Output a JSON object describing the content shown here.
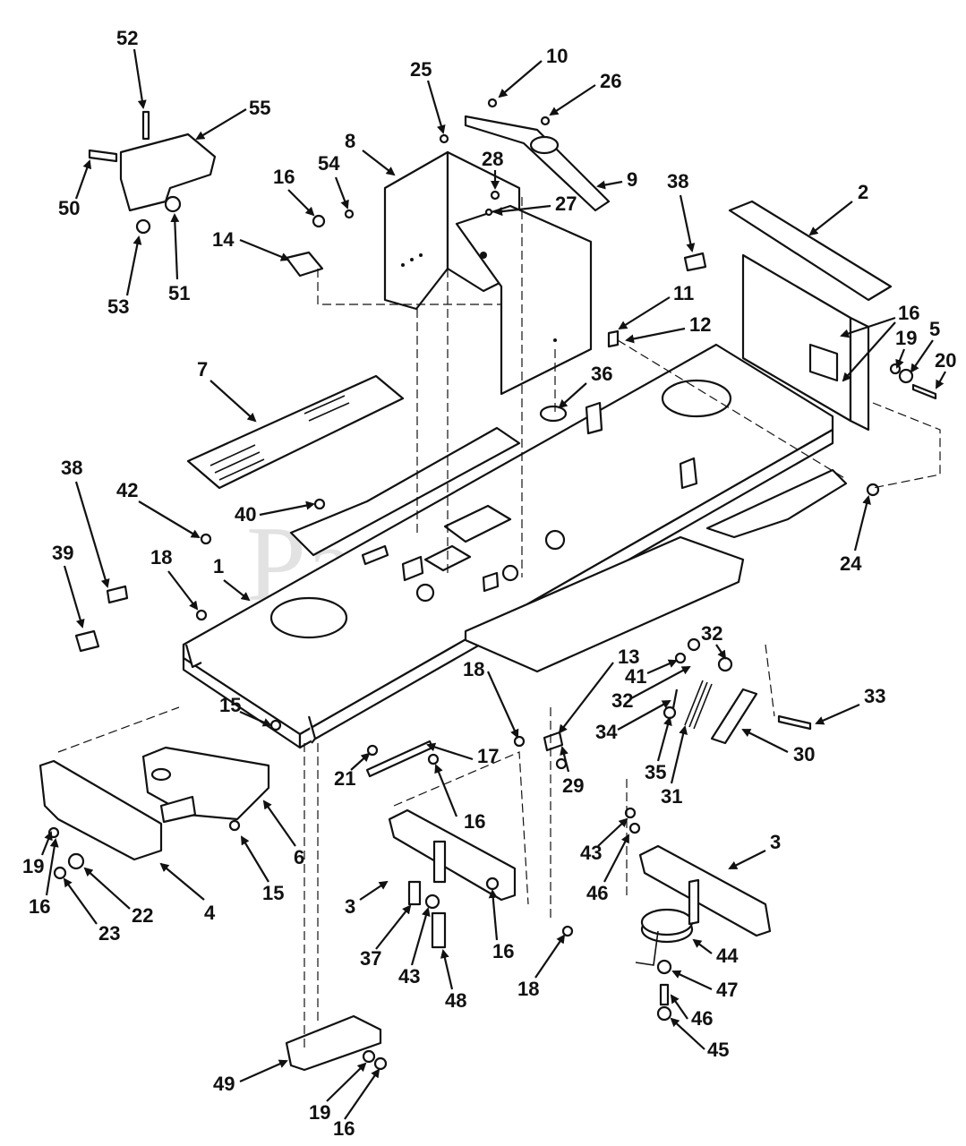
{
  "watermark": "PartsTree",
  "callouts": [
    {
      "id": "c52",
      "text": "52"
    },
    {
      "id": "c55",
      "text": "55"
    },
    {
      "id": "c50",
      "text": "50"
    },
    {
      "id": "c53",
      "text": "53"
    },
    {
      "id": "c51",
      "text": "51"
    },
    {
      "id": "c25",
      "text": "25"
    },
    {
      "id": "c10",
      "text": "10"
    },
    {
      "id": "c26",
      "text": "26"
    },
    {
      "id": "c8",
      "text": "8"
    },
    {
      "id": "c9",
      "text": "9"
    },
    {
      "id": "c28",
      "text": "28"
    },
    {
      "id": "c27",
      "text": "27"
    },
    {
      "id": "c16a",
      "text": "16"
    },
    {
      "id": "c54",
      "text": "54"
    },
    {
      "id": "c14",
      "text": "14"
    },
    {
      "id": "c38a",
      "text": "38"
    },
    {
      "id": "c2",
      "text": "2"
    },
    {
      "id": "c11",
      "text": "11"
    },
    {
      "id": "c12",
      "text": "12"
    },
    {
      "id": "c16b",
      "text": "16"
    },
    {
      "id": "c19a",
      "text": "19"
    },
    {
      "id": "c5",
      "text": "5"
    },
    {
      "id": "c20",
      "text": "20"
    },
    {
      "id": "c7",
      "text": "7"
    },
    {
      "id": "c36",
      "text": "36"
    },
    {
      "id": "c38b",
      "text": "38"
    },
    {
      "id": "c42",
      "text": "42"
    },
    {
      "id": "c40",
      "text": "40"
    },
    {
      "id": "c24",
      "text": "24"
    },
    {
      "id": "c39",
      "text": "39"
    },
    {
      "id": "c18a",
      "text": "18"
    },
    {
      "id": "c1",
      "text": "1"
    },
    {
      "id": "c18b",
      "text": "18"
    },
    {
      "id": "c13",
      "text": "13"
    },
    {
      "id": "c41",
      "text": "41"
    },
    {
      "id": "c32a",
      "text": "32"
    },
    {
      "id": "c32b",
      "text": "32"
    },
    {
      "id": "c33",
      "text": "33"
    },
    {
      "id": "c34",
      "text": "34"
    },
    {
      "id": "c15a",
      "text": "15"
    },
    {
      "id": "c17",
      "text": "17"
    },
    {
      "id": "c21",
      "text": "21"
    },
    {
      "id": "c29",
      "text": "29"
    },
    {
      "id": "c35",
      "text": "35"
    },
    {
      "id": "c30",
      "text": "30"
    },
    {
      "id": "c31",
      "text": "31"
    },
    {
      "id": "c16c",
      "text": "16"
    },
    {
      "id": "c43a",
      "text": "43"
    },
    {
      "id": "c3a",
      "text": "3"
    },
    {
      "id": "c19b",
      "text": "19"
    },
    {
      "id": "c16d",
      "text": "16"
    },
    {
      "id": "c22",
      "text": "22"
    },
    {
      "id": "c23",
      "text": "23"
    },
    {
      "id": "c4",
      "text": "4"
    },
    {
      "id": "c6",
      "text": "6"
    },
    {
      "id": "c15b",
      "text": "15"
    },
    {
      "id": "c46a",
      "text": "46"
    },
    {
      "id": "c3b",
      "text": "3"
    },
    {
      "id": "c37",
      "text": "37"
    },
    {
      "id": "c43b",
      "text": "43"
    },
    {
      "id": "c48",
      "text": "48"
    },
    {
      "id": "c16e",
      "text": "16"
    },
    {
      "id": "c18c",
      "text": "18"
    },
    {
      "id": "c44",
      "text": "44"
    },
    {
      "id": "c47",
      "text": "47"
    },
    {
      "id": "c46b",
      "text": "46"
    },
    {
      "id": "c45",
      "text": "45"
    },
    {
      "id": "c49",
      "text": "49"
    },
    {
      "id": "c19c",
      "text": "19"
    },
    {
      "id": "c16f",
      "text": "16"
    }
  ]
}
